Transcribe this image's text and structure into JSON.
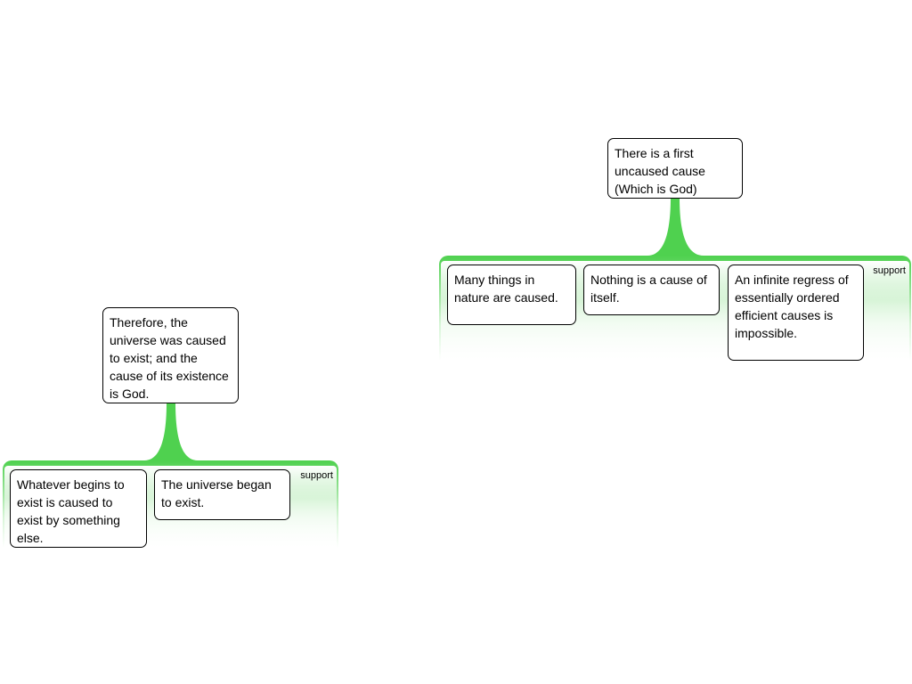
{
  "colors": {
    "support_green": "#4fd14f",
    "box_border": "#000000",
    "box_fill": "#ffffff"
  },
  "map_right": {
    "conclusion": "There is a first uncaused cause (Which is God)",
    "group_label": "support",
    "premises": [
      "Many things in nature are caused.",
      "Nothing is a cause of itself.",
      "An infinite regress of essentially ordered efficient causes is impossible."
    ]
  },
  "map_left": {
    "conclusion": "Therefore, the universe was caused to exist; and the cause of its existence is God.",
    "group_label": "support",
    "premises": [
      "Whatever begins to exist is caused to exist by something else.",
      "The universe began to exist."
    ]
  }
}
